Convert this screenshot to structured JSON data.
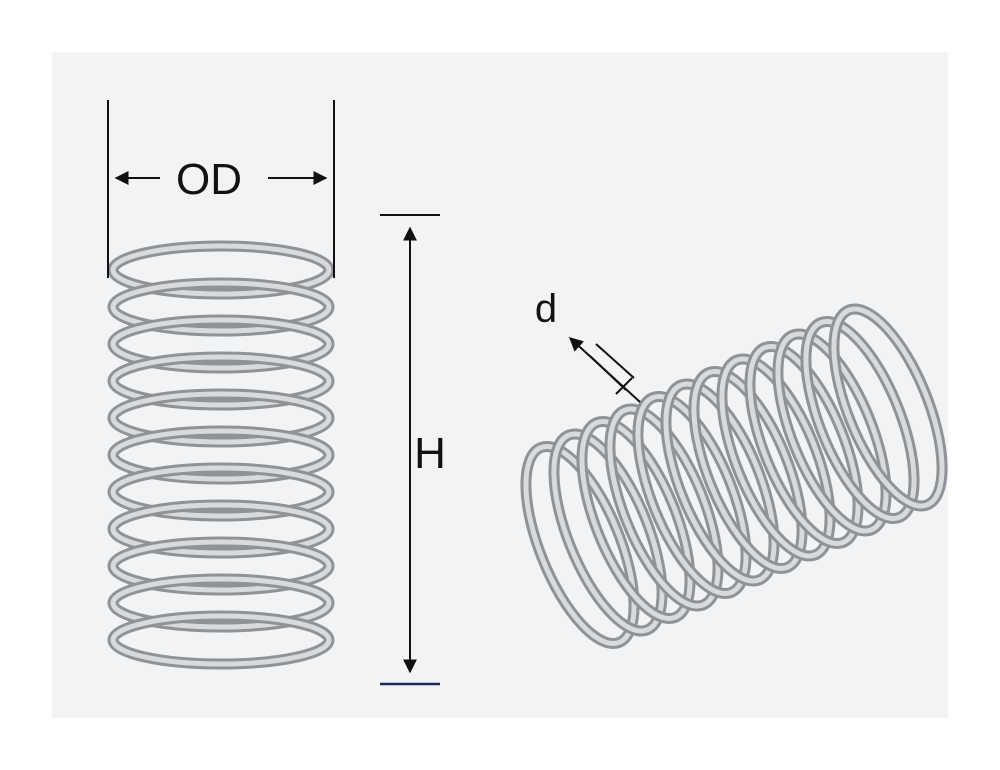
{
  "labels": {
    "outer_diameter": "OD",
    "height": "H",
    "wire_diameter": "d"
  },
  "colors": {
    "background_panel": "#f1f3f5",
    "spring_wire_light": "#d8dadc",
    "spring_wire_dark": "#8f9398",
    "dimension_lines": "#111111",
    "h_end_lines": "#1c2a55"
  }
}
